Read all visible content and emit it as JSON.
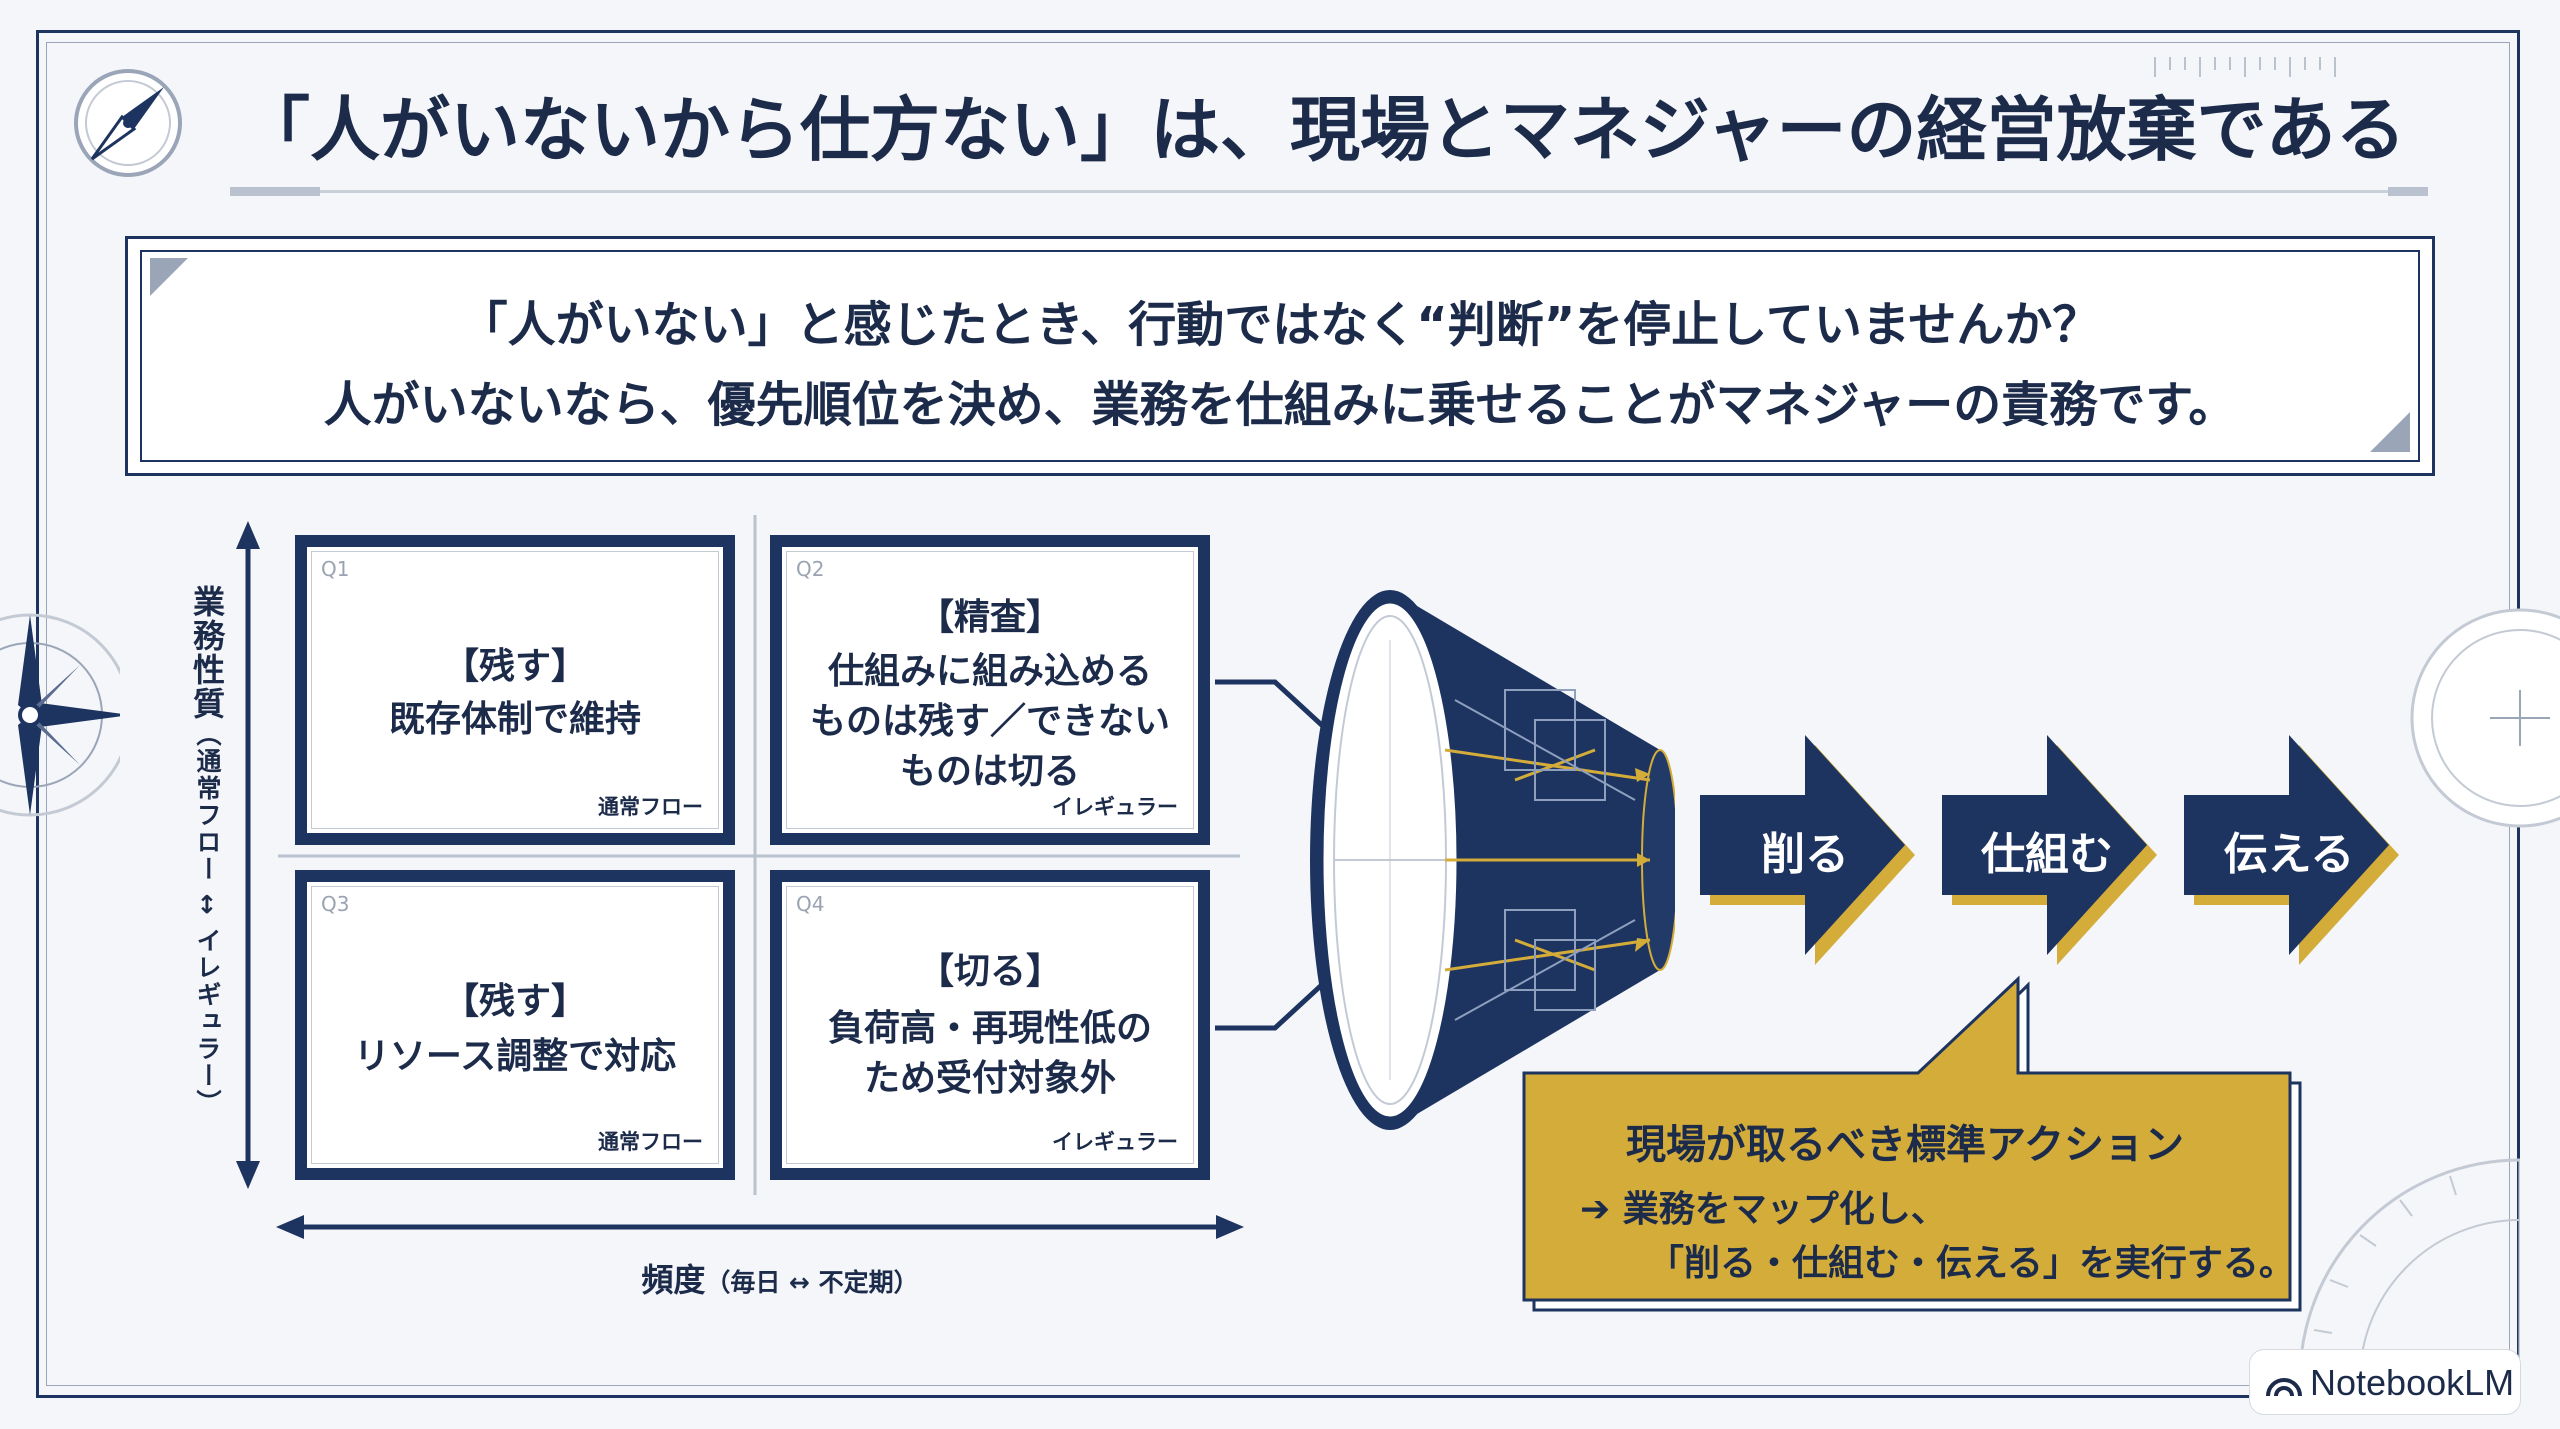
{
  "title": "「人がいないから仕方ない」は、現場とマネジャーの経営放棄である",
  "banner": {
    "line1": "「人がいない」と感じたとき、行動ではなく“判断”を停止していませんか？",
    "line2": "人がいないなら、優先順位を決め、業務を仕組みに乗せることがマネジャーの責務です。"
  },
  "matrix": {
    "y_axis": {
      "main": "業務性質",
      "sub": "（通常フロー ↔ イレギュラー）"
    },
    "x_axis": {
      "main": "頻度",
      "sub": "（毎日 ↔ 不定期）"
    },
    "quadrants": [
      {
        "id": "Q1",
        "heading": "【残す】",
        "body": [
          "既存体制で維持"
        ],
        "tag": "通常フロー"
      },
      {
        "id": "Q2",
        "heading": "【精査】",
        "body": [
          "仕組みに組み込める",
          "ものは残す／できない",
          "ものは切る"
        ],
        "tag": "イレギュラー"
      },
      {
        "id": "Q3",
        "heading": "【残す】",
        "body": [
          "リソース調整で対応"
        ],
        "tag": "通常フロー"
      },
      {
        "id": "Q4",
        "heading": "【切る】",
        "body": [
          "負荷高・再現性低の",
          "ため受付対象外"
        ],
        "tag": "イレギュラー"
      }
    ]
  },
  "steps": [
    "削る",
    "仕組む",
    "伝える"
  ],
  "callout": {
    "title": "現場が取るべき標準アクション",
    "line1": "業務をマップ化し、",
    "line2": "「削る・仕組む・伝える」を実行する。"
  },
  "badge": {
    "label": "NotebookLM"
  },
  "colors": {
    "navy": "#1e3460",
    "gold": "#d3ac3a",
    "background": "#f4f6f9"
  },
  "icons": [
    "compass-icon",
    "compass-rose-icon",
    "protractor-icon",
    "crosshair-icon",
    "funnel-icon",
    "arrow-right-icon",
    "notebooklm-logo-icon"
  ]
}
